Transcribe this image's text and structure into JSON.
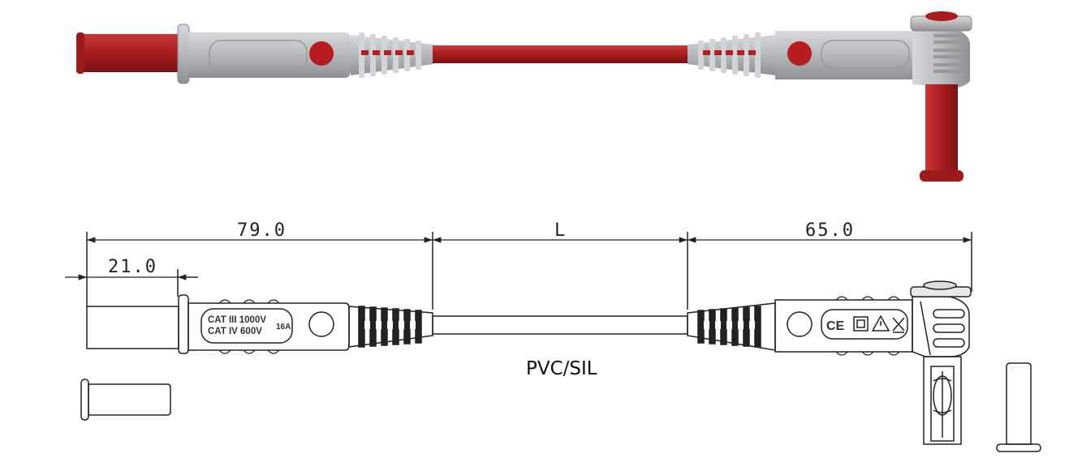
{
  "dimensions": {
    "plug_body": "79.0",
    "cable_length": "L",
    "right_body": "65.0",
    "pin_length": "21.0"
  },
  "markings": {
    "rating_line1": "CAT III 1000V",
    "rating_line2": "CAT IV 600V",
    "current": "16A",
    "ce": "CE"
  },
  "cable_label": "PVC/SIL",
  "colors": {
    "insulation_red": "#a81c1e",
    "housing_grey": "#b7b9bd",
    "line": "#222222"
  }
}
